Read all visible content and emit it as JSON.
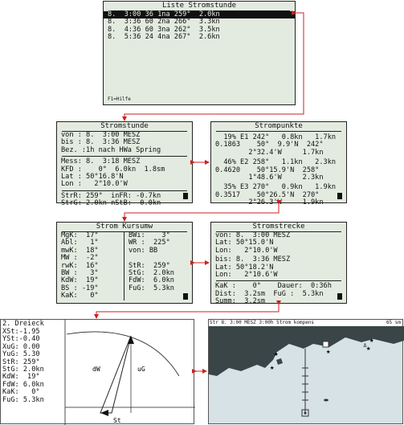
{
  "liste": {
    "title": "Liste Stromstunde",
    "rows": [
      "8.  3:00 36 1na 259°  2.0kn",
      "8.  3:36 60 2na 266°  3.3kn",
      "8.  4:36 60 3na 262°  3.5kn",
      "8.  5:36 24 4na 267°  2.6kn"
    ],
    "footer": "F1=Hilfe"
  },
  "stromstunde": {
    "title": "Stromstunde",
    "rows": [
      "von : 8.  3:00 MESZ",
      "bis : 8.  3:36 MESZ",
      "Bez. :1h nach HWa Spring"
    ],
    "rows2": [
      "Mess: 8.  3:18 MESZ",
      "KFD :    0°  6.0kn  1.8sm",
      "Lat : 50°16.8'N",
      "Lon :   2°10.0'W"
    ],
    "rows3": [
      "StrR: 259°  inFR: -0.7kn",
      "StrG: 2.0kn nStB:  0.0kn"
    ]
  },
  "strompunkte": {
    "title": "Strompunkte",
    "blocks": [
      [
        "  19% E1 242°   0.8kn   1.7kn",
        "0.1863    50°  9.9'N  242°",
        "        2°32.4'W     1.7kn"
      ],
      [
        "  46% E2 258°   1.1kn   2.3kn",
        "0.4620    50°15.9'N  258°",
        "        1°48.6'W     2.3kn"
      ],
      [
        "  35% E3 270°   0.9kn   1.9kn",
        "0.3517    50°26.5'N  270°",
        "        2°26.3'W     1.9kn"
      ]
    ]
  },
  "kursumw": {
    "title": "Strom Kursumw",
    "left": [
      "MgK:  17°",
      "Abl:   1°",
      "mwK:  18°",
      "MW :  -2°",
      "rwK:  16°",
      "BW :   3°",
      "KdW:  19°",
      "BS : -19°",
      "KaK:   0°"
    ],
    "right": [
      "BWi:    3°",
      "WR :  225°",
      "von: BB",
      "",
      "StR:  259°",
      "StG:  2.0kn",
      "FdW:  6.0kn",
      "FuG:  5.3kn",
      ""
    ]
  },
  "stromstrecke": {
    "title": "Stromstrecke",
    "rows": [
      "von: 8.  3:00 MESZ",
      "Lat: 50°15.0'N",
      "Lon:   2°10.0'W"
    ],
    "rows2": [
      "bis: 8.  3:36 MESZ",
      "Lat: 50°18.2'N",
      "Lon:   2°10.6'W"
    ],
    "rows3": [
      "KaK :    0°    Dauer:  0:36h",
      "Dist:  3.2sm  FuG :  5.3kn",
      "Summ:  3.2sm"
    ]
  },
  "dreieck": {
    "title": "2. Dreieck",
    "rows": [
      "XSt:-1.95",
      "YSt:-0.40",
      "XuG: 0.00",
      "YuG: 5.30",
      "StR: 259°",
      "StG: 2.0kn",
      "KdW:  19°",
      "FdW: 6.0kn",
      "KaK:   0°",
      "FuG: 5.3kn"
    ],
    "label_dw": "dW",
    "label_ug": "uG",
    "label_st": "St"
  },
  "karte": {
    "header": "Str 8. 3:00 MESZ 3:00h Strom kompens",
    "scale": "65 sm"
  },
  "colors": {
    "panel": "#e3ebe0",
    "arrow": "#cc2222",
    "land": "#3a4548",
    "sea": "#d6e2e6"
  }
}
